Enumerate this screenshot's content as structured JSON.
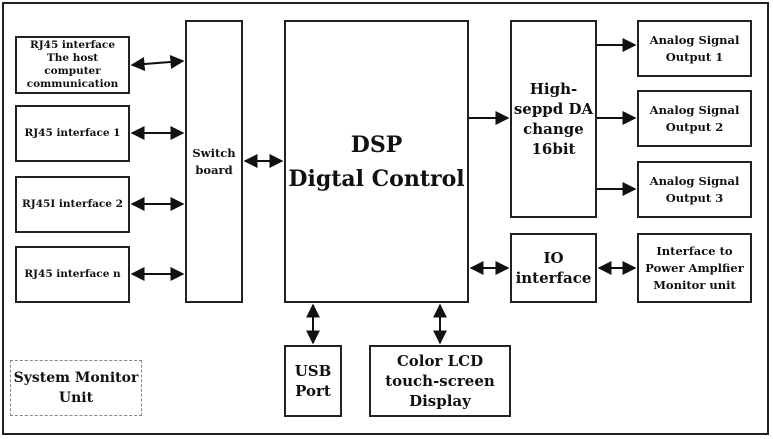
{
  "diagram": {
    "rj45_host": "RJ45 interface\nThe host computer\ncommunication",
    "rj45_1": "RJ45 interface 1",
    "rj45_2": "RJ45I interface 2",
    "rj45_n": "RJ45 interface n",
    "switch_board": "Switch\nboard",
    "dsp": "DSP\nDigtal Control",
    "da": "High-\nseppd DA\nchange\n16bit",
    "io": "IO\ninterface",
    "out1": "Analog Signal\nOutput 1",
    "out2": "Analog Signal\nOutput 2",
    "out3": "Analog Signal\nOutput 3",
    "power_amp": "Interface to\nPower Amplfier\nMonitor unit",
    "usb": "USB\nPort",
    "lcd": "Color LCD\ntouch-screen\nDisplay",
    "system_monitor": "System Monitor\nUnit"
  }
}
